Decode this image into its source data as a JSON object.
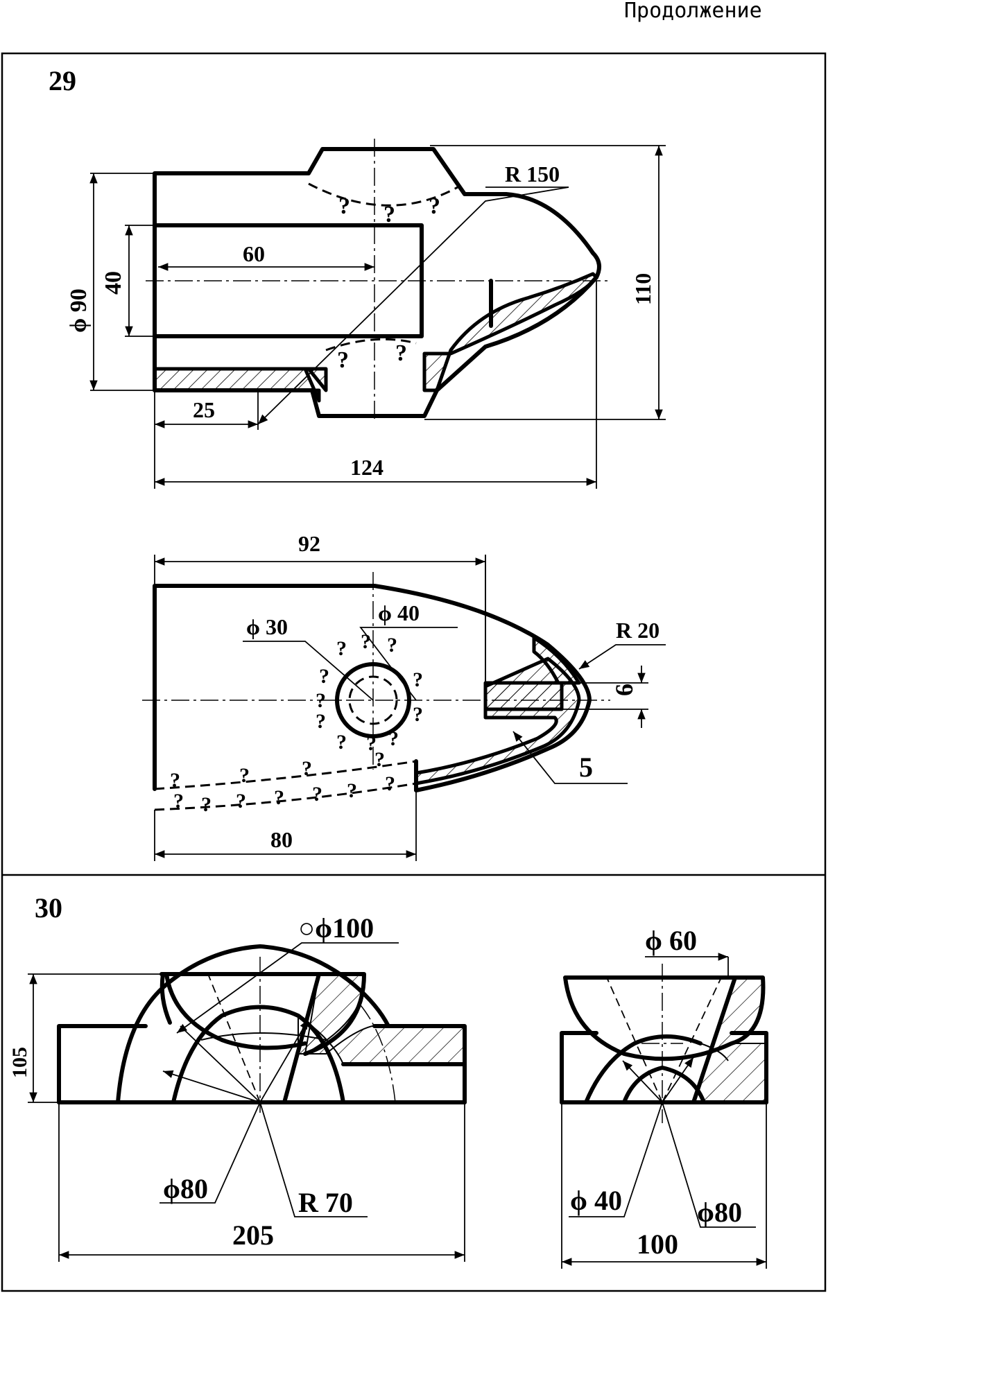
{
  "header": {
    "continuation": "Продолжение"
  },
  "problem_29": {
    "number": "29",
    "front_view": {
      "dims": {
        "r150": "R 150",
        "d60": "60",
        "d40": "40",
        "phi90": "ϕ 90",
        "d110": "110",
        "d25": "25",
        "d124": "124"
      },
      "unknowns": [
        "?",
        "?",
        "?",
        "?",
        "?"
      ]
    },
    "top_view": {
      "dims": {
        "d92": "92",
        "phi40": "ϕ 40",
        "phi30": "ϕ 30",
        "r20": "R 20",
        "d6": "6",
        "d5": "5",
        "d80": "80"
      },
      "unknowns": [
        "?",
        "?",
        "?",
        "?",
        "?",
        "?",
        "?",
        "?",
        "?",
        "?",
        "?",
        "?",
        "?",
        "?",
        "?",
        "?",
        "?",
        "?",
        "?",
        "?",
        "?",
        "?"
      ]
    }
  },
  "problem_30": {
    "number": "30",
    "front_view": {
      "dims": {
        "sphere100": "○ϕ100",
        "d105": "105",
        "phi80": "ϕ80",
        "r70": "R 70",
        "d205": "205"
      }
    },
    "side_view": {
      "dims": {
        "phi60": "ϕ 60",
        "phi40": "ϕ 40",
        "phi80": "ϕ80",
        "d100": "100"
      }
    }
  }
}
